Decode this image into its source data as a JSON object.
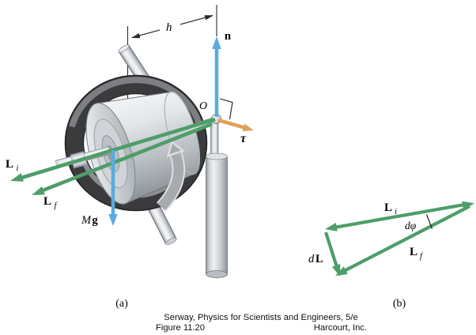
{
  "panel_a": {
    "tag": "(a)",
    "labels": {
      "h": "h",
      "n": "n",
      "O": "O",
      "tau": "τ",
      "M": "M",
      "g": "g",
      "Li_main": "L",
      "Li_sub": "i",
      "Lf_main": "L",
      "Lf_sub": "f"
    }
  },
  "panel_b": {
    "tag": "(b)",
    "labels": {
      "Li_main": "L",
      "Li_sub": "i",
      "Lf_main": "L",
      "Lf_sub": "f",
      "dphi": "dφ",
      "dL_d": "d",
      "dL_L": "L"
    }
  },
  "caption": {
    "line1": "Serway, Physics for Scientists and Engineers, 5/e",
    "figure": "Figure 11.20",
    "publisher": "Harcourt, Inc."
  },
  "colors": {
    "vector_green": "#4d9e68",
    "vector_blue": "#5aabdf",
    "vector_orange": "#dfa258",
    "ring_dark": "#3b3b3e",
    "ring_gray": "#7d7e82",
    "metal_light": "#f0f1f2",
    "metal_dark": "#8f959b",
    "line_black": "#2a2a2a"
  }
}
